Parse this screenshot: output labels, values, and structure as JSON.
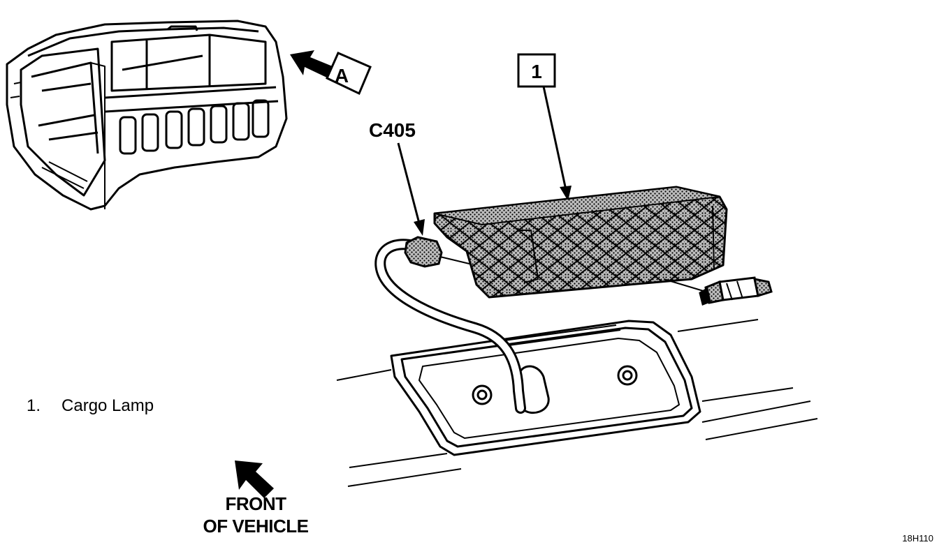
{
  "callouts": {
    "view_letter": "A",
    "item_number": "1",
    "connector": "C405"
  },
  "legend": {
    "items": [
      {
        "number": "1.",
        "label": "Cargo Lamp"
      }
    ]
  },
  "front_indicator": {
    "line1": "FRONT",
    "line2": "OF VEHICLE"
  },
  "figure_code": "18H110",
  "colors": {
    "ink": "#000000",
    "paper": "#ffffff",
    "lamp_texture": "#8a8a8a"
  }
}
